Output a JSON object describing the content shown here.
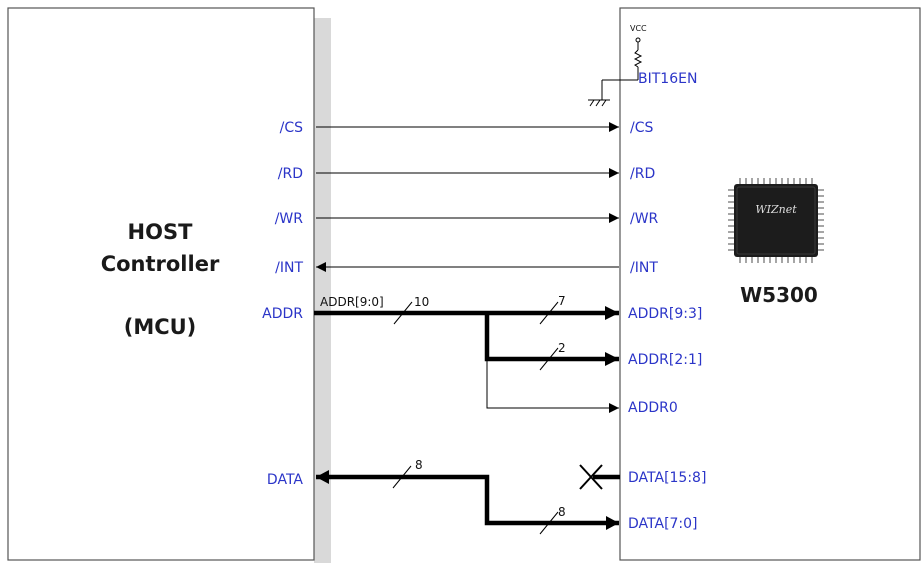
{
  "host": {
    "title_line1": "HOST",
    "title_line2": "Controller",
    "title_line3": "(MCU)",
    "pins": [
      "/CS",
      "/RD",
      "/WR",
      "/INT",
      "ADDR",
      "DATA"
    ]
  },
  "chip": {
    "name": "W5300",
    "logo_text": "WIZnet",
    "pins": [
      "BIT16EN",
      "/CS",
      "/RD",
      "/WR",
      "/INT",
      "ADDR[9:3]",
      "ADDR[2:1]",
      "ADDR0",
      "DATA[15:8]",
      "DATA[7:0]"
    ]
  },
  "power": {
    "vcc_label": "VCC"
  },
  "buses": {
    "addr_label": "ADDR[9:0]",
    "addr_width": "10",
    "addr_hi_width": "7",
    "addr_mid_width": "2",
    "data_width": "8",
    "data_lo_width": "8"
  },
  "colors": {
    "pin_text": "#2b35c8",
    "line": "#000000",
    "shadow": "#d9d9d9",
    "chip_body": "#1c1c1c"
  }
}
